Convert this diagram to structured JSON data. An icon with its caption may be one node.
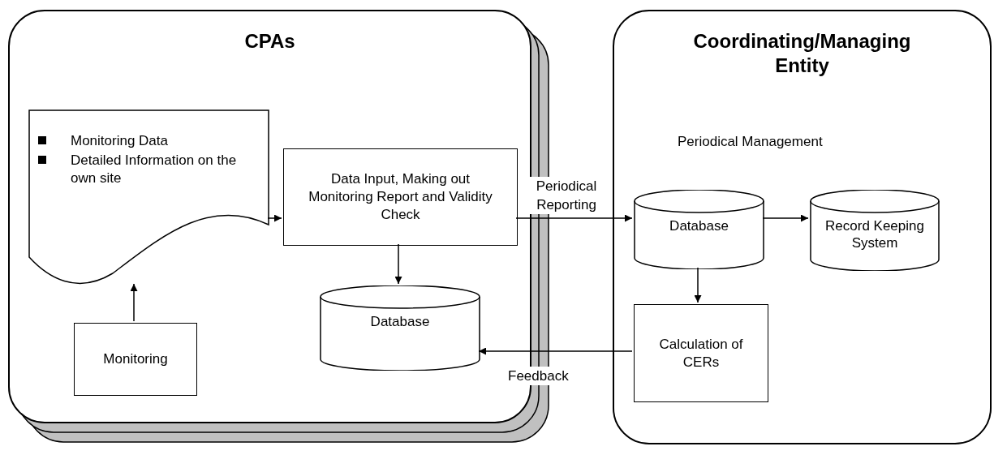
{
  "diagram": {
    "nodes": [
      {
        "text": [
          "CPAs"
        ]
      },
      {
        "text": [
          "Monitoring Data",
          "Detailed Information on the own site"
        ],
        "in": 0
      },
      {
        "text": [
          "Data Input, Making out Monitoring Report and Validity Check"
        ],
        "in": 0
      },
      {
        "text": [
          "Database"
        ],
        "in": 0
      },
      {
        "text": [
          "Monitoring"
        ],
        "in": 0
      },
      {
        "text": [
          "Coordinating/Managing Entity"
        ]
      },
      {
        "text": [
          "Database"
        ],
        "in": 5
      },
      {
        "text": [
          "Record Keeping System"
        ],
        "in": 5
      },
      {
        "text": [
          "Calculation of CERs"
        ],
        "in": 5
      }
    ],
    "edges": [
      {
        "from": 4,
        "to": 1,
        "arrow": "to"
      },
      {
        "from": 1,
        "to": 2,
        "arrow": "to"
      },
      {
        "from": 2,
        "to": 6,
        "arrow": "to",
        "label": "Periodical Reporting"
      },
      {
        "from": 2,
        "to": 3,
        "arrow": "to"
      },
      {
        "from": 6,
        "to": 7,
        "arrow": "to"
      },
      {
        "from": 6,
        "to": 8,
        "arrow": "to"
      },
      {
        "from": 8,
        "to": 3,
        "arrow": "to",
        "label": "Feedback"
      }
    ],
    "labels": [
      "Periodical Management"
    ]
  }
}
